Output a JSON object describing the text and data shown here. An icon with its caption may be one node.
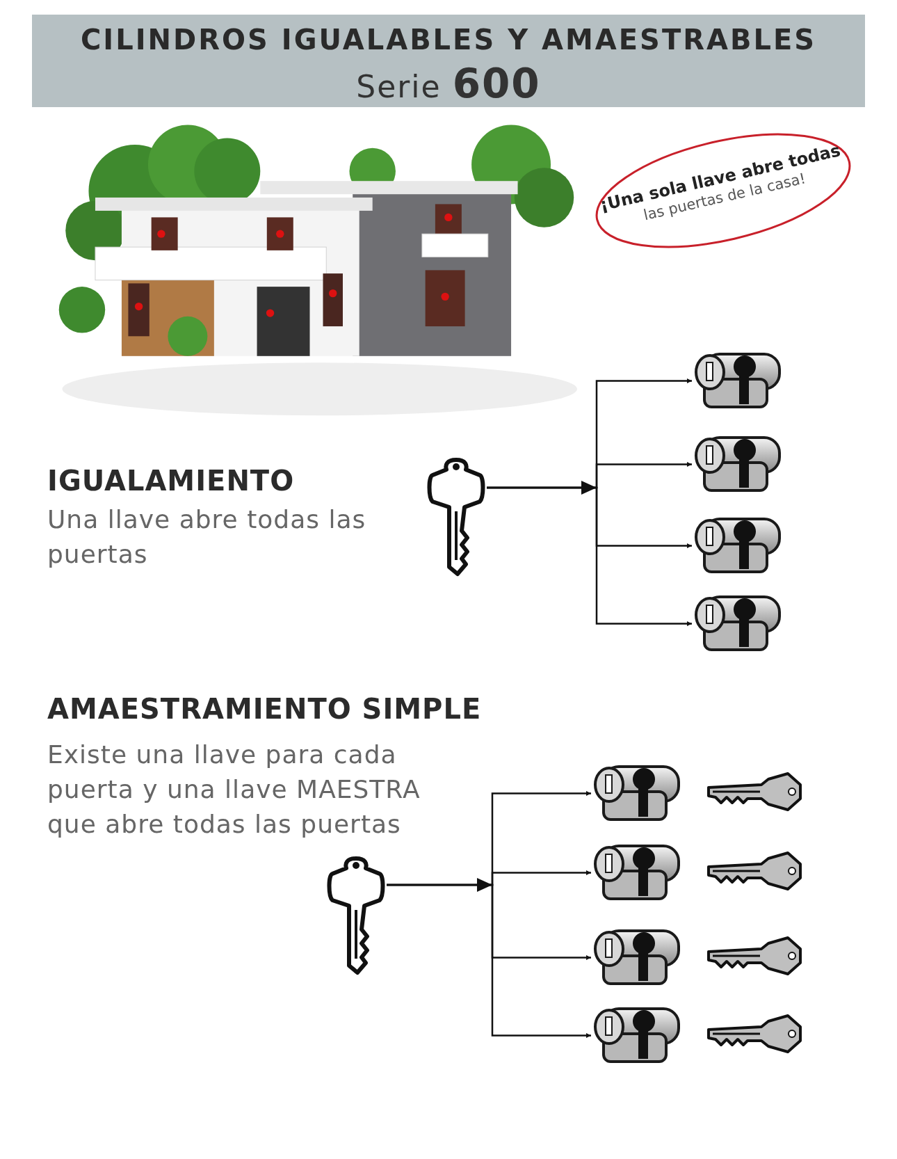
{
  "diagram": {
    "title": "CILINDROS IGUALABLES Y AMAESTRABLES",
    "nodes": [
      {
        "text": [
          "¡Una sola llave abre todas",
          "las puertas de la casa!"
        ]
      },
      {
        "text": [],
        "shape": "picture"
      },
      {
        "text": [],
        "shape": "picture"
      },
      {
        "text": [],
        "shape": "picture"
      },
      {
        "text": [],
        "shape": "picture"
      },
      {
        "text": [],
        "shape": "picture"
      },
      {
        "text": [],
        "shape": "picture"
      },
      {
        "text": [],
        "shape": "picture"
      },
      {
        "text": [],
        "shape": "picture"
      },
      {
        "text": [],
        "shape": "picture"
      },
      {
        "text": [],
        "shape": "picture"
      }
    ],
    "edges": [
      {
        "from": 1,
        "to": 2,
        "arrow": "to"
      },
      {
        "from": 1,
        "to": 3,
        "arrow": "to"
      },
      {
        "from": 1,
        "to": 4,
        "arrow": "to"
      },
      {
        "from": 1,
        "to": 5,
        "arrow": "to"
      },
      {
        "from": 6,
        "to": 7,
        "arrow": "to"
      },
      {
        "from": 6,
        "to": 8,
        "arrow": "to"
      },
      {
        "from": 6,
        "to": 9,
        "arrow": "to"
      },
      {
        "from": 6,
        "to": 10,
        "arrow": "to"
      }
    ],
    "labels": [
      "Serie **600**",
      "IGUALAMIENTO",
      "Una llave abre todas las puertas",
      "AMAESTRAMIENTO SIMPLE",
      "Existe una llave para cada puerta y una llave MAESTRA que abre todas las puertas"
    ]
  }
}
